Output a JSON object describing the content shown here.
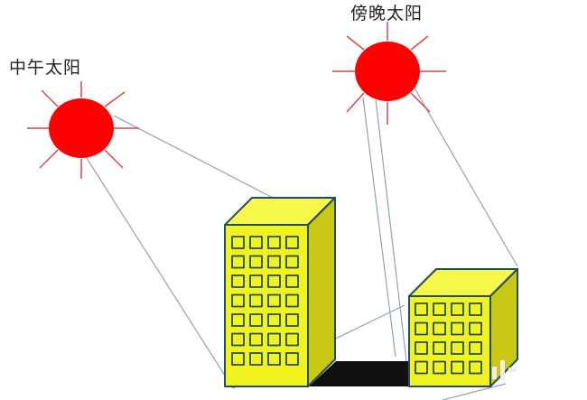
{
  "labels": {
    "noon_sun": "中午太阳",
    "evening_sun": "傍晚太阳"
  },
  "colors": {
    "sun": "#ff0000",
    "sun_rays": "#d64545",
    "light_lines": "#8ea4b8",
    "building_face": "#f2f21e",
    "building_top": "#f7f74a",
    "building_side": "#c9c915",
    "building_outline": "#1f4d63",
    "shadow": "#111111"
  },
  "scene": {
    "suns": [
      "noon-sun",
      "evening-sun"
    ],
    "buildings": [
      "tall-building",
      "short-building"
    ],
    "shadow": "evening-shadow"
  }
}
